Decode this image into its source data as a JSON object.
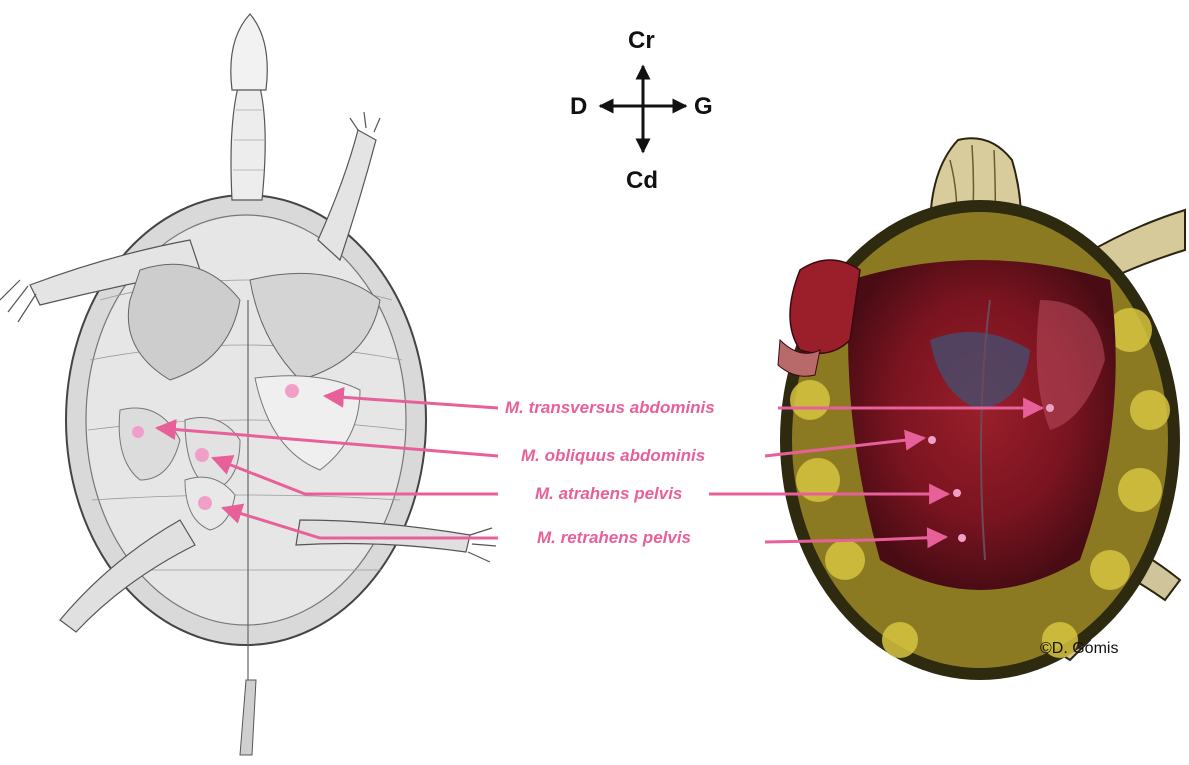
{
  "compass": {
    "north": "Cr",
    "south": "Cd",
    "west": "D",
    "east": "G"
  },
  "labels": [
    {
      "text": "M. transversus abdominis"
    },
    {
      "text": "M. obliquus abdominis"
    },
    {
      "text": "M. atrahens pelvis"
    },
    {
      "text": "M. retrahens pelvis"
    }
  ],
  "copyright": "©D. Gomis",
  "colors": {
    "label": "#e8609a",
    "marker": "#f0a0c8",
    "compass": "#111111"
  }
}
